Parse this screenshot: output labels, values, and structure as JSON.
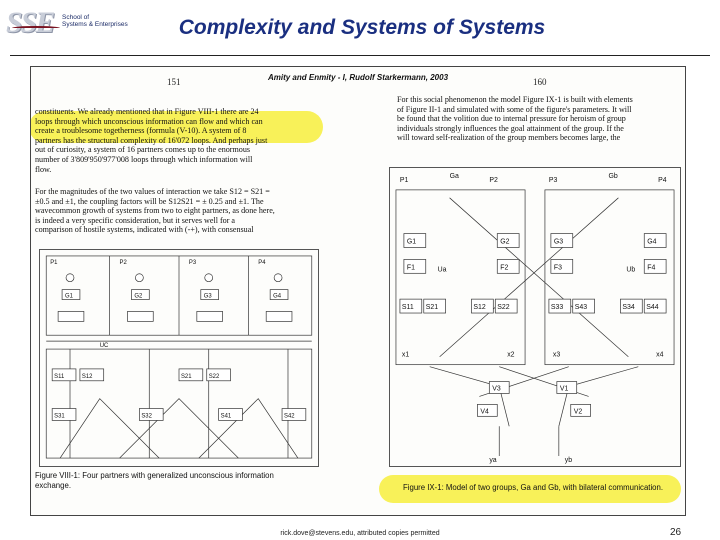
{
  "logo": {
    "letters": "SSE",
    "text_lines": [
      "School of",
      "Systems & Enterprises"
    ]
  },
  "slide": {
    "title": "Complexity and Systems of Systems",
    "footer": "rick.dove@stevens.edu, attributed copies permitted",
    "page_number": "26"
  },
  "scan": {
    "header": "Amity and Enmity - I, Rudolf Starkermann, 2003",
    "page_left": "151",
    "page_right": "160",
    "para1": [
      "constituents. We already mentioned that in Figure VIII-1 there are 24",
      "loops through which unconscious information can flow and which can",
      "create a troublesome togetherness (formula (V-10). A system of 8",
      "partners has the structural complexity of 16'072 loops. And perhaps just",
      "out of curiosity, a system of 16 partners comes up to the enormous",
      "number of 3'809'950'977'008 loops through which information will",
      "flow."
    ],
    "para2": [
      "For the magnitudes of the two values of interaction we take S12 = S21 =",
      "±0.5 and ±1, the coupling factors will be S12S21 = ± 0.25 and ±1. The",
      "wavecommon growth of systems from two to eight partners, as done here,",
      "is indeed a very specific consideration, but it serves well for a",
      "comparison of hostile systems, indicated with (-+), with consensual"
    ],
    "para3": [
      "For this social phenomenon the model Figure IX-1 is built with elements",
      "of Figure II-1 and simulated with some of the figure's parameters. It will",
      "be found that the volition due to internal pressure for heroism of group",
      "individuals strongly influences the goal attainment of the group. If the",
      "will toward self-realization of the group members becomes large, the"
    ],
    "caption_left": [
      "Figure VIII-1: Four partners with generalized unconscious information",
      "exchange."
    ],
    "caption_right": [
      "Figure IX-1: Model of two groups, Ga and Gb, with bilateral communication."
    ],
    "figL": {
      "partners": [
        "P1",
        "P2",
        "P3",
        "P4"
      ],
      "gain_labels": [
        "G1",
        "G2",
        "G3",
        "G4"
      ],
      "sum_labels": [
        "S11",
        "S21",
        "S31",
        "S41"
      ],
      "inner_labels": [
        "S12",
        "S22",
        "S32",
        "S42"
      ],
      "uc_label": "UC"
    },
    "figR": {
      "partners": [
        "P1",
        "P2",
        "P3",
        "P4"
      ],
      "groups": [
        "Ga",
        "Gb"
      ],
      "g_blocks": [
        "G1",
        "G2",
        "G3",
        "G4"
      ],
      "f_blocks": [
        "F1",
        "F2",
        "F3",
        "F4"
      ],
      "u_labels": [
        "Ua",
        "Ub"
      ],
      "s_blocks": [
        "S11",
        "S21",
        "S12",
        "S22",
        "S33",
        "S43",
        "S34",
        "S44"
      ],
      "v_blocks": [
        "V3",
        "V4",
        "V1",
        "V2"
      ],
      "y_labels": [
        "ya",
        "yb"
      ],
      "x_labels": [
        "x1",
        "x2",
        "x3",
        "x4"
      ]
    }
  }
}
